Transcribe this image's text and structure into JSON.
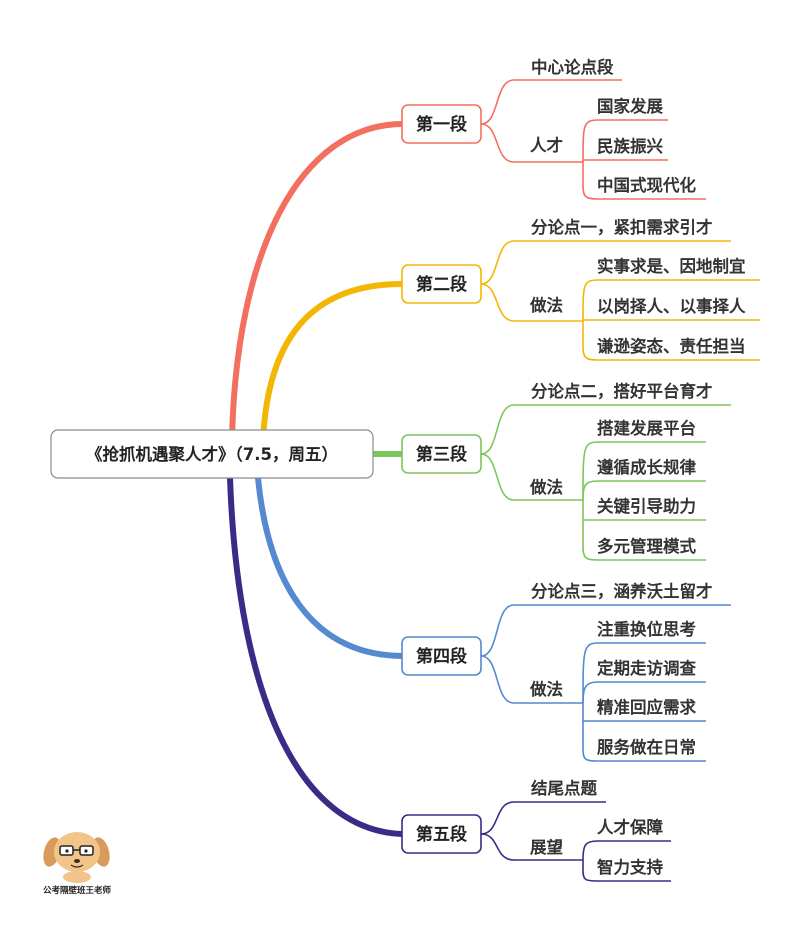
{
  "root": {
    "label": "《抢抓机遇聚人才》（7.5，周五）"
  },
  "colors": {
    "s1": "#f36f5f",
    "s2": "#f2b705",
    "s3": "#7cc65a",
    "s4": "#5589d0",
    "s5": "#3a2c86",
    "text": "#333333"
  },
  "watermark": {
    "text": "公考隔壁班王老师",
    "icon": "cartoon-dog-with-glasses-icon"
  },
  "sections": [
    {
      "label": "第一段",
      "point": "中心论点段",
      "branch": "人才",
      "items": [
        "国家发展",
        "民族振兴",
        "中国式现代化"
      ]
    },
    {
      "label": "第二段",
      "point": "分论点一，紧扣需求引才",
      "branch": "做法",
      "items": [
        "实事求是、因地制宜",
        "以岗择人、以事择人",
        "谦逊姿态、责任担当"
      ]
    },
    {
      "label": "第三段",
      "point": "分论点二，搭好平台育才",
      "branch": "做法",
      "items": [
        "搭建发展平台",
        "遵循成长规律",
        "关键引导助力",
        "多元管理模式"
      ]
    },
    {
      "label": "第四段",
      "point": "分论点三，涵养沃土留才",
      "branch": "做法",
      "items": [
        "注重换位思考",
        "定期走访调查",
        "精准回应需求",
        "服务做在日常"
      ]
    },
    {
      "label": "第五段",
      "point": "结尾点题",
      "branch": "展望",
      "items": [
        "人才保障",
        "智力支持"
      ]
    }
  ]
}
